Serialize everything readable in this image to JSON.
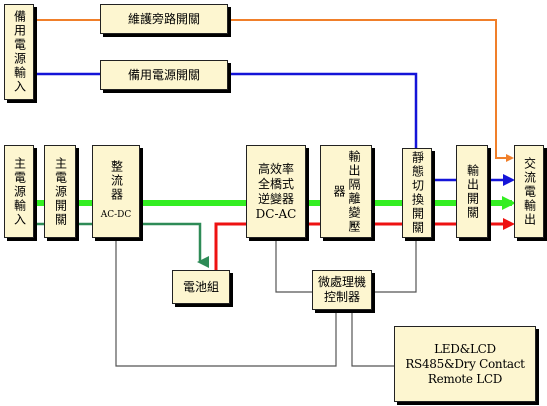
{
  "boxes": {
    "backup_input": "備用電源輸入",
    "bypass_maintenance": "維護旁路開關",
    "backup_switch": "備用電源開關",
    "main_input": "主電源輸入",
    "main_switch": "主電源開關",
    "rectifier": "整流器",
    "rectifier_sub": "AC-DC",
    "inverter_l1": "高效率",
    "inverter_l2": "全橋式",
    "inverter_l3": "逆變器",
    "inverter_l4": "DC-AC",
    "isolation": "輸出隔離變壓器",
    "static_switch": "靜態切換開關",
    "output_switch": "輸出開關",
    "ac_output": "交流電輸出",
    "battery": "電池組",
    "mcu_l1": "微處理機",
    "mcu_l2": "控制器",
    "comm_l1": "LED&LCD",
    "comm_l2": "RS485&Dry Contact",
    "comm_l3": "Remote LCD"
  },
  "colors": {
    "bypass_line": "#f07f2a",
    "backup_line": "#1414d8",
    "main_line": "#33ee22",
    "battery_charge_line": "#2e8b57",
    "battery_discharge_line": "#ee1111",
    "control_line": "#555555",
    "box_fill": "#fdf6d0"
  }
}
